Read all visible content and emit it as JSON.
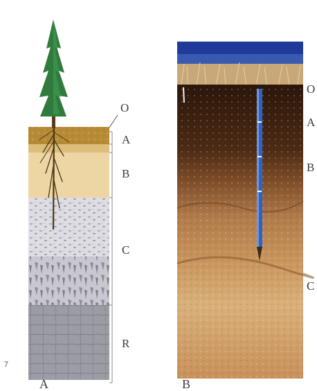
{
  "page_number": "7",
  "panel_a": {
    "caption": "A",
    "horizons": [
      "O",
      "A",
      "B",
      "C",
      "R"
    ]
  },
  "panel_b": {
    "caption": "B",
    "horizons": [
      "O",
      "A",
      "B",
      "C"
    ]
  },
  "colors": {
    "o_horizon": "#a8751e",
    "a_horizon": "#d7b56a",
    "b_horizon": "#ecd39c",
    "c_horizon": "#d6d6de",
    "r_horizon": "#8d8d96",
    "sky": "#1f3a9a",
    "probe": "#2e63c4"
  }
}
